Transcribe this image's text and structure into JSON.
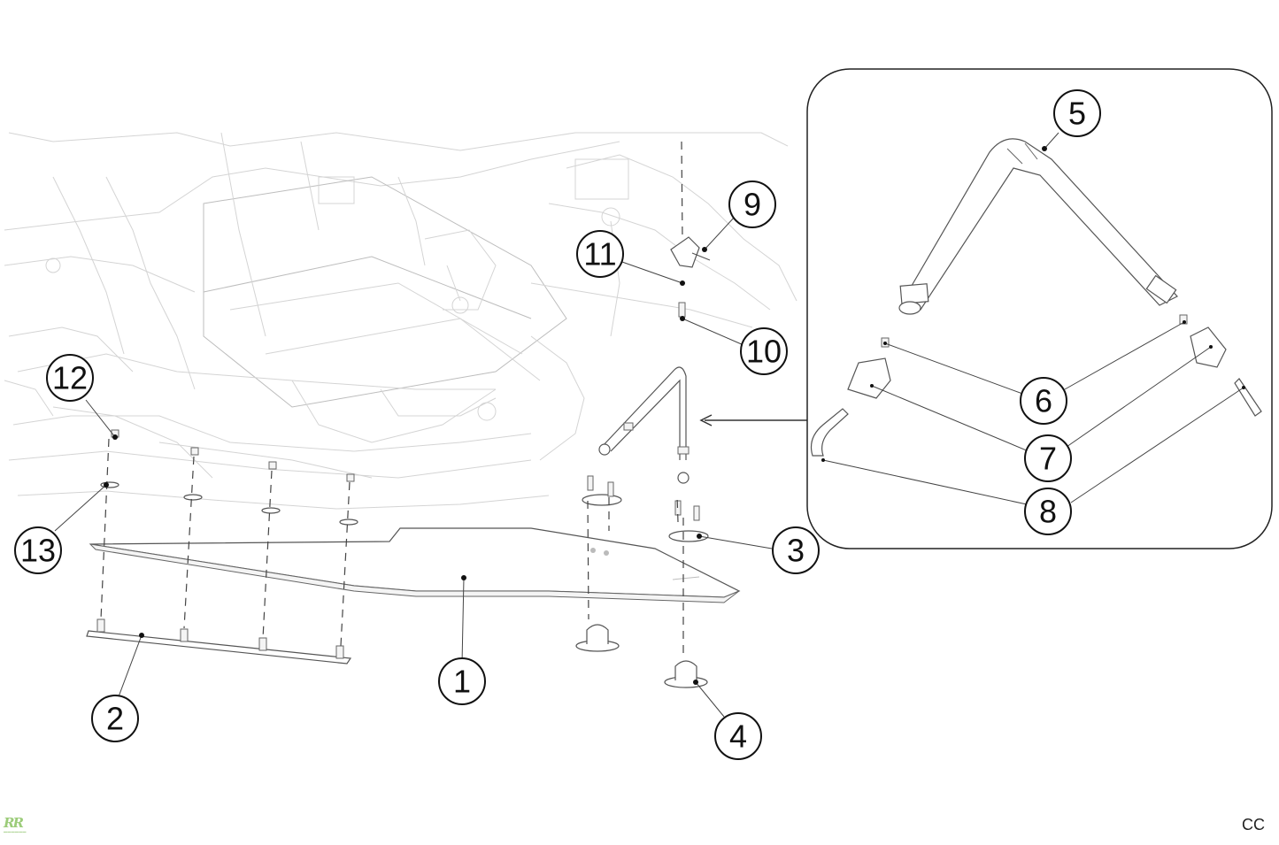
{
  "diagram": {
    "callouts": [
      {
        "id": "1",
        "label": "1"
      },
      {
        "id": "2",
        "label": "2"
      },
      {
        "id": "3",
        "label": "3"
      },
      {
        "id": "4",
        "label": "4"
      },
      {
        "id": "5",
        "label": "5"
      },
      {
        "id": "6",
        "label": "6"
      },
      {
        "id": "7",
        "label": "7"
      },
      {
        "id": "8",
        "label": "8"
      },
      {
        "id": "9",
        "label": "9"
      },
      {
        "id": "10",
        "label": "10"
      },
      {
        "id": "11",
        "label": "11"
      },
      {
        "id": "12",
        "label": "12"
      },
      {
        "id": "13",
        "label": "13"
      }
    ]
  },
  "footer": {
    "page_code": "CC",
    "logo_text": "RR"
  }
}
